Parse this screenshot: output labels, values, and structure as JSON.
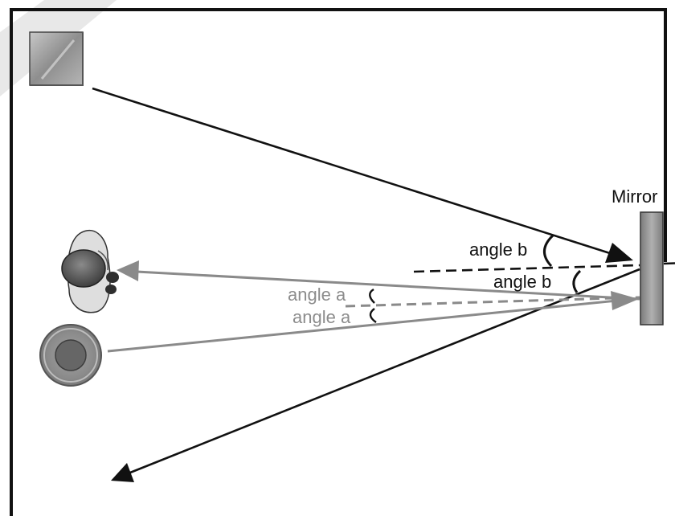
{
  "labels": {
    "mirror": "Mirror",
    "angle_b_upper": "angle b",
    "angle_b_lower": "angle b",
    "angle_a_upper": "angle a",
    "angle_a_lower": "angle a"
  },
  "colors": {
    "frame": "#111111",
    "dark_ray": "#111111",
    "gray_ray": "#8a8a8a",
    "mirror_fill": "#9a9a9a",
    "watermark": "#dcdcdc"
  },
  "icons": {
    "object": "framed-picture-icon",
    "person": "person-top-view-icon",
    "lamp": "round-object-top-view-icon"
  }
}
